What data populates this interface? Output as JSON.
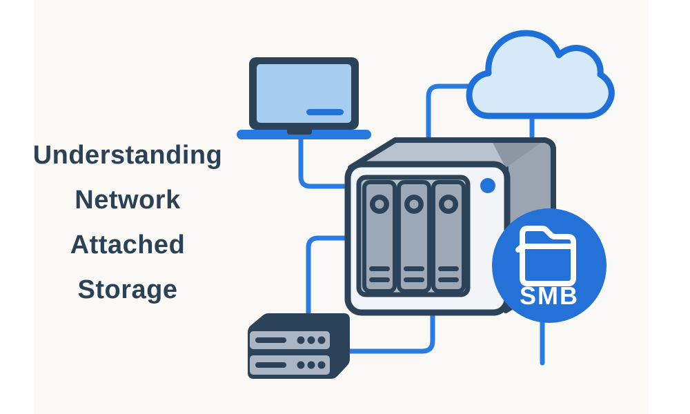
{
  "title": {
    "lines": [
      "Understanding",
      "Network",
      "Attached",
      "Storage"
    ],
    "color": "#2b4156"
  },
  "badge": {
    "label": "SMB",
    "icon": "folder-open-icon",
    "color": "#2471d8",
    "text_color": "#ffffff"
  },
  "diagram": {
    "nodes": [
      {
        "id": "laptop",
        "name": "laptop-client",
        "icon": "laptop-icon"
      },
      {
        "id": "cloud",
        "name": "cloud-service",
        "icon": "cloud-icon"
      },
      {
        "id": "nas",
        "name": "nas-device",
        "icon": "nas-icon",
        "drive_bays": 3,
        "led": true
      },
      {
        "id": "server",
        "name": "rack-server",
        "icon": "server-icon",
        "rack_units": 2
      },
      {
        "id": "smb",
        "name": "smb-protocol-badge",
        "icon": "folder-open-icon",
        "label": "SMB"
      }
    ],
    "connections": [
      {
        "from": "laptop",
        "to": "nas",
        "side": "left"
      },
      {
        "from": "cloud",
        "to": "nas",
        "side": "top-left"
      },
      {
        "from": "cloud",
        "to": "nas",
        "side": "top-right"
      },
      {
        "from": "nas",
        "to": "server",
        "side": "left"
      },
      {
        "from": "nas",
        "to": "server",
        "side": "bottom"
      },
      {
        "from": "smb",
        "to": "bottom-edge",
        "side": "bottom"
      }
    ],
    "colors": {
      "background": "#fbf9f6",
      "outline_navy": "#2c4258",
      "line_blue": "#2b7ce2",
      "accent_blue": "#2273d8",
      "cloud_fill": "#d6e9f8",
      "cloud_stroke": "#1e6fd8",
      "screen_blue": "#a6cdf0",
      "gray_top": "#b8c2cc",
      "gray_side": "#9aa5b1",
      "gray_panel": "#b2bcc7",
      "gray_slot": "#9da9b6",
      "gray_bay": "#aab6c3",
      "front_face": "#f2f4f7"
    }
  }
}
